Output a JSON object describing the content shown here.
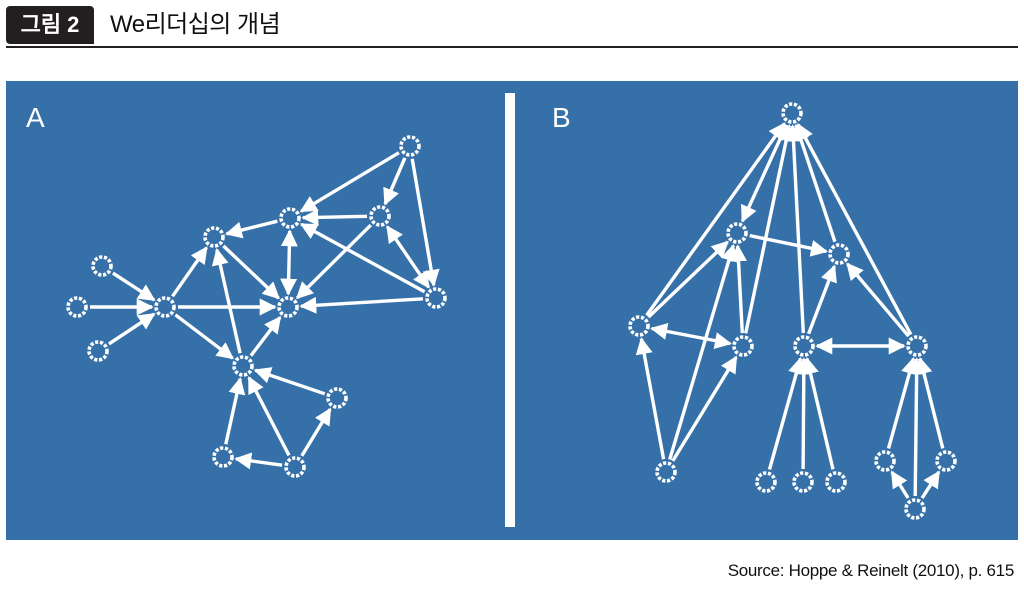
{
  "header": {
    "badge": "그림 2",
    "title": "We리더십의 개념"
  },
  "panels": {
    "a_label": "A",
    "b_label": "B"
  },
  "colors": {
    "background": "#3670a8",
    "foreground": "#ffffff",
    "badge": "#231f20"
  },
  "icon": "gear-node-icon",
  "source": "Source: Hoppe & Reinelt (2010), p. 615"
}
